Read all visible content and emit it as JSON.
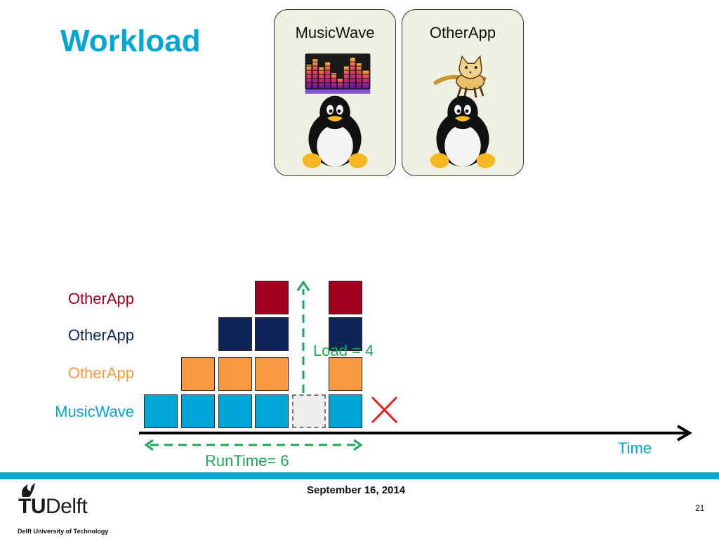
{
  "slide": {
    "title": "Workload",
    "date": "September 16, 2014",
    "page_number": "21"
  },
  "apps": [
    {
      "label": "MusicWave",
      "icon": "equalizer-icon",
      "os_icon": "linux-penguin-icon"
    },
    {
      "label": "OtherApp",
      "icon": "tomcat-icon",
      "os_icon": "linux-penguin-icon"
    }
  ],
  "chart_rows": [
    {
      "label": "OtherApp",
      "color": "#A0001E"
    },
    {
      "label": "OtherApp",
      "color": "#0F2559"
    },
    {
      "label": "OtherApp",
      "color": "#F7993E"
    },
    {
      "label": "MusicWave",
      "color": "#00A6D6"
    }
  ],
  "chart_annotations": {
    "load_label": "Load = 4",
    "runtime_label": "RunTime= 6",
    "time_label": "Time",
    "annotation_color": "#1AAA55",
    "reject_color": "#E0201C"
  },
  "logo": {
    "brand_tu": "TU",
    "brand_delft": "Delft",
    "subtitle": "Delft University of Technology"
  },
  "colors": {
    "accent": "#00A6D6",
    "empty_slot": "#EEEEEE"
  }
}
